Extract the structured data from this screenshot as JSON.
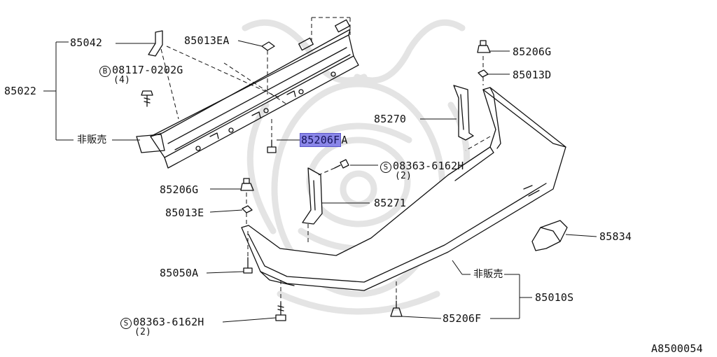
{
  "diagram": {
    "watermark": "samurai-crest-watermark",
    "figure_code": "A8500054",
    "highlight_color": "#8a86e8",
    "parts": {
      "p85042": "85042",
      "p85013EA": "85013EA",
      "p08117_num": "08117-0202G",
      "p08117_symbol": "B",
      "p08117_qty": "(4)",
      "p85022": "85022",
      "not_for_sale_1": "非販売",
      "p85206FA_main": "85206F",
      "p85206FA_suffix": "A",
      "p85270": "85270",
      "p85206G_top": "85206G",
      "p85013D": "85013D",
      "p08363_top_symbol": "S",
      "p08363_top_num": "08363-6162H",
      "p08363_top_qty": "(2)",
      "p85206G_left": "85206G",
      "p85271": "85271",
      "p85013E": "85013E",
      "p85834": "85834",
      "p85050A": "85050A",
      "not_for_sale_2": "非販売",
      "p85010S": "85010S",
      "p08363_bot_symbol": "S",
      "p08363_bot_num": "08363-6162H",
      "p08363_bot_qty": "(2)",
      "p85206F": "85206F"
    }
  }
}
